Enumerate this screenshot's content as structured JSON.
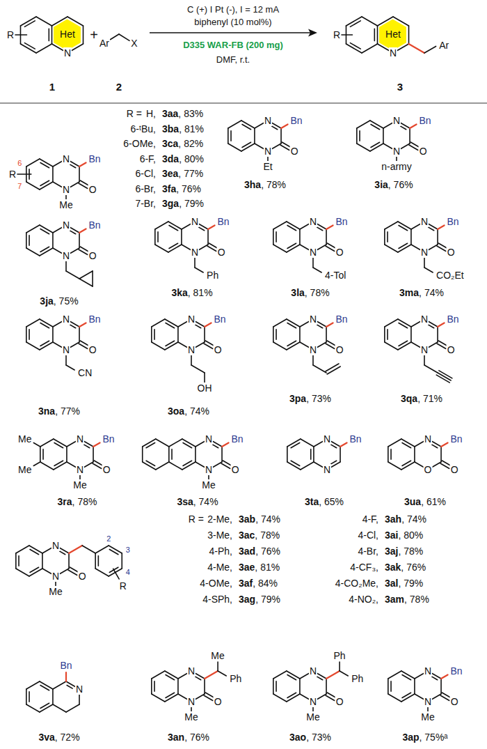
{
  "diagram": {
    "nodes": [
      {
        "text": [
          "Het"
        ]
      },
      {
        "text": [
          "Het"
        ]
      }
    ],
    "labels": [
      "R",
      "N",
      "1",
      "+",
      "Ar",
      "X",
      "2",
      "C (+) I Pt (-), I = 12 mA",
      "biphenyl (10 mol%)",
      "D335 WAR-FB (200 mg)",
      "DMF, r.t.",
      "R",
      "N",
      "Ar",
      "3",
      "R =",
      "H,",
      "3aa, 83%",
      "6-ᵗBu,",
      "3ba, 81%",
      "6-OMe,",
      "3ca, 82%",
      "6-F,",
      "3da, 80%",
      "6-Cl,",
      "3ea, 77%",
      "6-Br,",
      "3fa, 76%",
      "7-Br,",
      "3ga, 79%",
      "R",
      "6",
      "7",
      "N",
      "Bn",
      "O",
      "N",
      "Me",
      "N",
      "Bn",
      "O",
      "N",
      "Et",
      "3ha, 78%",
      "N",
      "Bn",
      "O",
      "N",
      "n-army",
      "3ia, 76%",
      "N",
      "Bn",
      "O",
      "N",
      "3ja, 75%",
      "N",
      "Bn",
      "O",
      "N",
      "Ph",
      "3ka, 81%",
      "N",
      "Bn",
      "O",
      "N",
      "4-Tol",
      "3la, 78%",
      "N",
      "Bn",
      "O",
      "N",
      "CO₂Et",
      "3ma, 74%",
      "N",
      "Bn",
      "O",
      "N",
      "CN",
      "3na, 77%",
      "N",
      "Bn",
      "O",
      "N",
      "OH",
      "3oa, 74%",
      "N",
      "Bn",
      "O",
      "N",
      "3pa, 73%",
      "N",
      "Bn",
      "O",
      "N",
      "3qa, 71%",
      "Me",
      "Me",
      "N",
      "Bn",
      "O",
      "N",
      "Me",
      "3ra, 78%",
      "N",
      "Bn",
      "O",
      "N",
      "Me",
      "3sa, 74%",
      "N",
      "Bn",
      "N",
      "3ta, 65%",
      "N",
      "Bn",
      "O",
      "O",
      "3ua, 61%",
      "R =",
      "2-Me,",
      "3ab, 74%",
      "3-Me,",
      "3ac, 78%",
      "4-Ph,",
      "3ad, 76%",
      "4-Me,",
      "3ae, 81%",
      "4-OMe,",
      "3af, 84%",
      "4-SPh,",
      "3ag, 79%",
      "4-F,",
      "3ah, 74%",
      "4-Cl,",
      "3ai, 80%",
      "4-Br,",
      "3aj, 78%",
      "4-CF₃,",
      "3ak, 76%",
      "4-CO₂Me,",
      "3al, 79%",
      "4-NO₂,",
      "3am, 78%",
      "N",
      "2",
      "3",
      "4",
      "R",
      "O",
      "N",
      "Me",
      "Bn",
      "N",
      "3va, 72%",
      "N",
      "Me",
      "Ph",
      "O",
      "N",
      "Me",
      "3an, 76%",
      "N",
      "Ph",
      "Ph",
      "O",
      "N",
      "Me",
      "3ao, 73%",
      "N",
      "Bn",
      "O",
      "N",
      "Me",
      "3ap, 75%ᵃ"
    ]
  }
}
